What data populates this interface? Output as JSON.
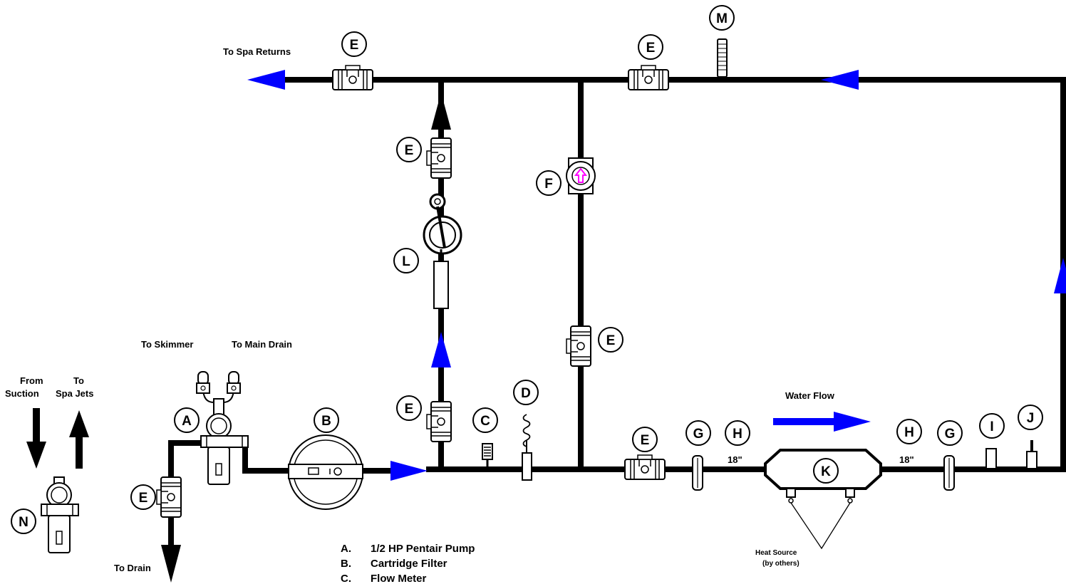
{
  "labels": {
    "to_spa_returns": "To Spa Returns",
    "to_skimmer": "To Skimmer",
    "to_main_drain": "To Main Drain",
    "from": "From",
    "suction": "Suction",
    "to": "To",
    "spa_jets": "Spa Jets",
    "to_drain": "To Drain",
    "water_flow": "Water Flow",
    "dim_left": "18\"",
    "dim_right": "18\"",
    "heat_source": "Heat Source",
    "by_others": "(by others)"
  },
  "callouts": {
    "a": "A",
    "b": "B",
    "c": "C",
    "d": "D",
    "e1": "E",
    "e2": "E",
    "e3": "E",
    "e4": "E",
    "e5": "E",
    "e6": "E",
    "e7": "E",
    "f": "F",
    "g1": "G",
    "g2": "G",
    "h1": "H",
    "h2": "H",
    "i": "I",
    "j": "J",
    "k": "K",
    "l": "L",
    "m": "M",
    "n": "N"
  },
  "legend": [
    {
      "key": "A.",
      "text": "1/2 HP Pentair Pump"
    },
    {
      "key": "B.",
      "text": "Cartridge Filter"
    },
    {
      "key": "C.",
      "text": "Flow Meter"
    }
  ],
  "colors": {
    "pipe": "#000000",
    "flow_arrow": "#0000ff",
    "check_valve_arrow": "#ff00ff"
  }
}
